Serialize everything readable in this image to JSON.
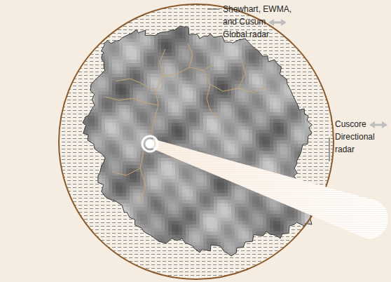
{
  "diagram": {
    "labels": [
      "Shewhart, EWMA, and Cusum",
      "Global radar",
      "Cuscore",
      "Directional radar"
    ]
  }
}
